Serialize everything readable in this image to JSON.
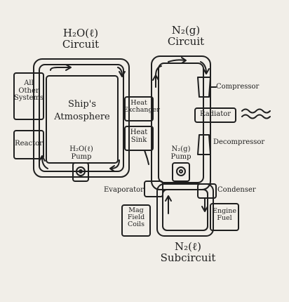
{
  "h2o_circuit": {
    "title_line1": "H₂O(ℓ)",
    "title_line2": "Circuit"
  },
  "n2_circuit": {
    "title_line1": "N₂(g)",
    "title_line2": "Circuit"
  },
  "n2_subcircuit": {
    "title_line1": "N₂(ℓ)",
    "title_line2": "Subcircuit"
  },
  "boxes": {
    "all_other_systems": [
      "All",
      "Other",
      "Systems"
    ],
    "reactor": "Reactor",
    "ships_atmosphere": [
      "Ship's",
      "Atmosphere"
    ],
    "h2o_pump": [
      "H₂O(ℓ)",
      "Pump"
    ],
    "heat_exchanger": [
      "Heat",
      "Exchanger"
    ],
    "heat_sink": [
      "Heat",
      "Sink"
    ],
    "compressor": "Compressor",
    "radiator": "Radiator",
    "decompressor": "Decompressor",
    "n2_pump": [
      "N₂(g)",
      "Pump"
    ],
    "evaporator": "Evaporator",
    "condenser": "Condenser",
    "mag_field_coils": [
      "Mag",
      "Field",
      "Coils"
    ],
    "engine_fuel": [
      "Engine",
      "Fuel"
    ]
  }
}
